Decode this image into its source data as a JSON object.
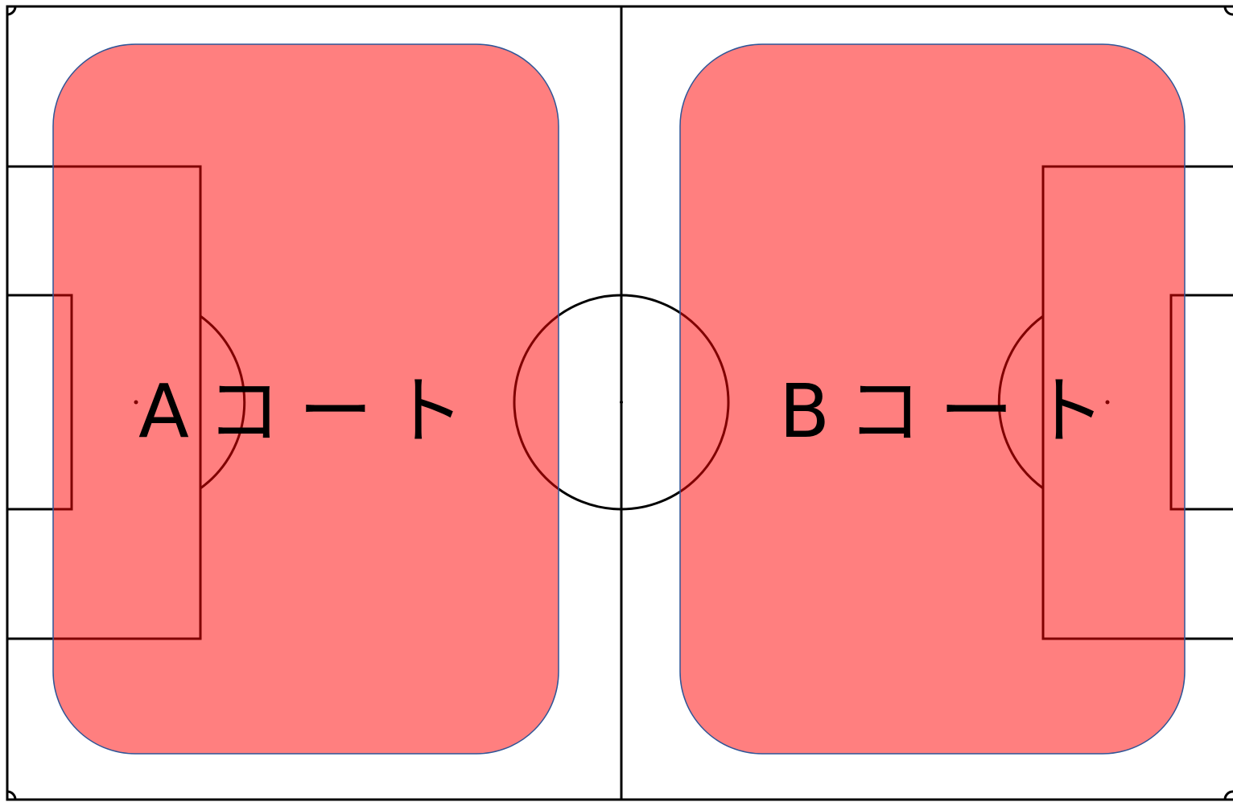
{
  "field": {
    "line_color": "#000000",
    "background_color": "#ffffff"
  },
  "courts": [
    {
      "id": "a",
      "label": "Aコート",
      "fill_color": "#ff0000",
      "fill_opacity": 0.5,
      "border_color": "#2f5597"
    },
    {
      "id": "b",
      "label": "Bコート",
      "fill_color": "#ff0000",
      "fill_opacity": 0.5,
      "border_color": "#2f5597"
    }
  ]
}
